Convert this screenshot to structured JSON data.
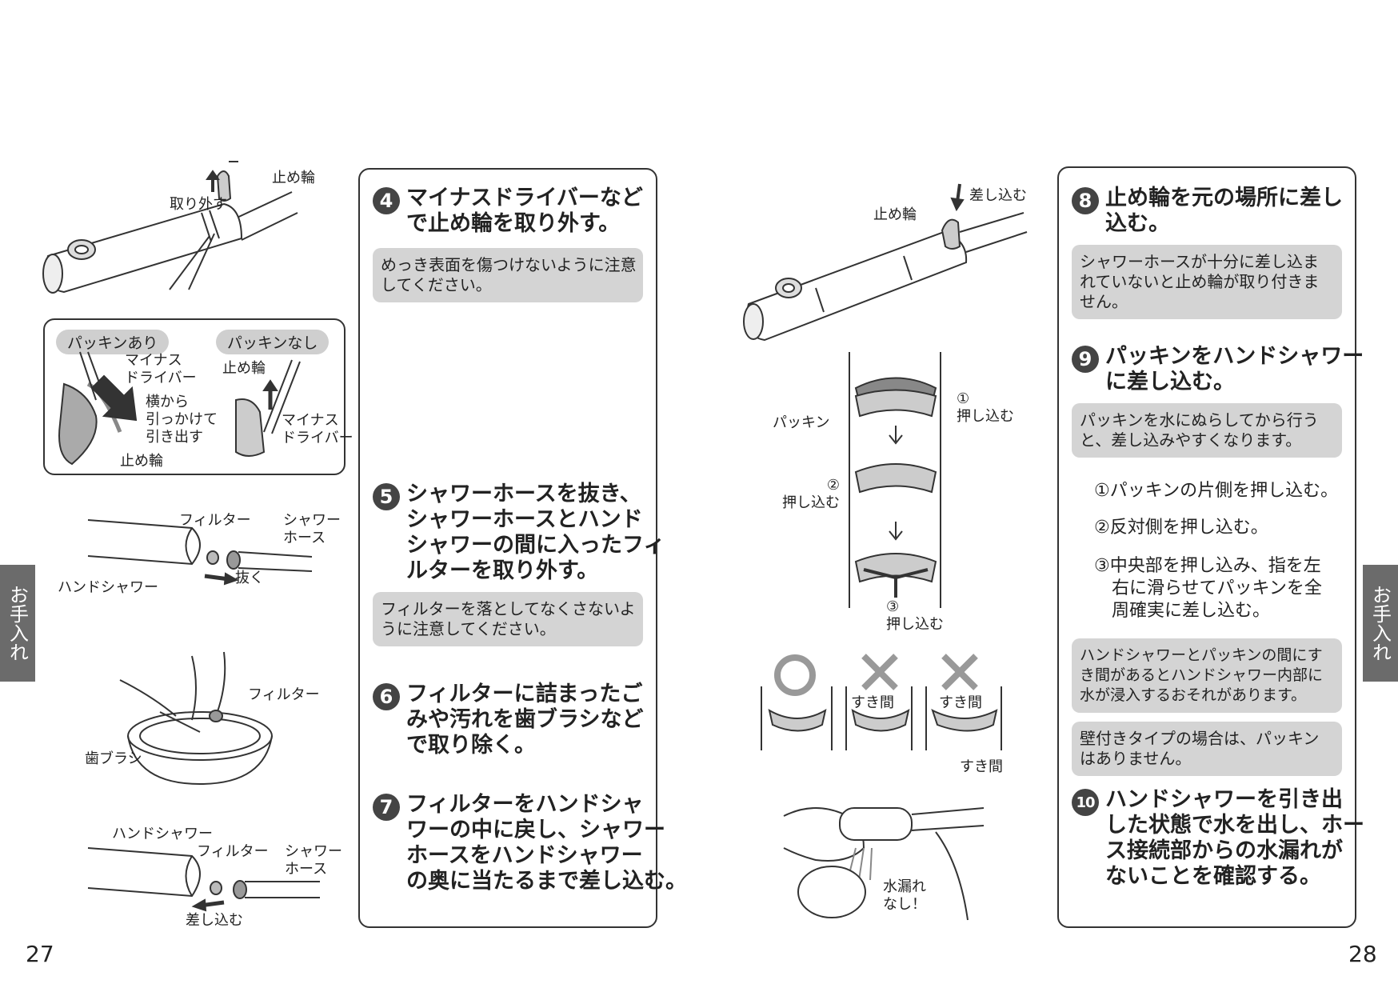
{
  "left_page": {
    "page_number": "27",
    "side_tab": "お手入れ",
    "fig1": {
      "label_tomewa": "止め輪",
      "label_torihazusu": "取り外す",
      "inset": {
        "pill_with": "パッキンあり",
        "pill_without": "パッキンなし",
        "label_driver1": "マイナス\nドライバー",
        "label_yokokara": "横から\n引っかけて\n引き出す",
        "label_tomewa_bottom": "止め輪",
        "label_tomewa_right": "止め輪",
        "label_driver2": "マイナス\nドライバー"
      }
    },
    "fig2": {
      "label_filter": "フィルター",
      "label_hose": "シャワー\nホース",
      "label_hand": "ハンドシャワー",
      "label_nuku": "抜く"
    },
    "fig3": {
      "label_filter": "フィルター",
      "label_brush": "歯ブラシ"
    },
    "fig4": {
      "label_hand": "ハンドシャワー",
      "label_filter": "フィルター",
      "label_hose": "シャワー\nホース",
      "label_sashikomu": "差し込む"
    },
    "steps": [
      {
        "num": "4",
        "text": "マイナスドライバーなど\nで止め輪を取り外す。",
        "note": "めっき表面を傷つけないように注意\nしてください。"
      },
      {
        "num": "5",
        "text": "シャワーホースを抜き、\nシャワーホースとハンド\nシャワーの間に入ったフィ\nルターを取り外す。",
        "note": "フィルターを落としてなくさないよ\nうに注意してください。"
      },
      {
        "num": "6",
        "text": "フィルターに詰まったご\nみや汚れを歯ブラシなど\nで取り除く。"
      },
      {
        "num": "7",
        "text": "フィルターをハンドシャ\nワーの中に戻し、シャワー\nホースをハンドシャワー\nの奥に当たるまで差し込む。"
      }
    ]
  },
  "right_page": {
    "page_number": "28",
    "side_tab": "お手入れ",
    "fig_top": {
      "label_sashikomu": "差し込む",
      "label_tomewa": "止め輪"
    },
    "fig_packing": {
      "label_packing": "パッキン",
      "label_1": "①\n押し込む",
      "label_2": "②\n押し込む",
      "label_3": "③\n押し込む"
    },
    "fig_check": {
      "label_gap1": "すき間",
      "label_gap2": "すき間",
      "label_gap3": "すき間"
    },
    "fig_leak": {
      "bubble": "水漏れ\nなし！"
    },
    "steps": [
      {
        "num": "8",
        "text": "止め輪を元の場所に差し\n込む。",
        "note": "シャワーホースが十分に差し込ま\nれていないと止め輪が取り付きま\nせん。"
      },
      {
        "num": "9",
        "text": "パッキンをハンドシャワー\nに差し込む。",
        "note": "パッキンを水にぬらしてから行う\nと、差し込みやすくなります。"
      },
      {
        "num": "10",
        "text": "ハンドシャワーを引き出\nした状態で水を出し、ホー\nス接続部からの水漏れが\nないことを確認する。"
      }
    ],
    "substeps": [
      "①パッキンの片側を押し込む。",
      "②反対側を押し込む。",
      "③中央部を押し込み、指を左\n　右に滑らせてパッキンを全\n　周確実に差し込む。"
    ],
    "notes_extra": [
      "ハンドシャワーとパッキンの間にす\nき間があるとハンドシャワー内部に\n水が浸入するおそれがあります。",
      "壁付きタイプの場合は、パッキン\nはありません。"
    ]
  }
}
